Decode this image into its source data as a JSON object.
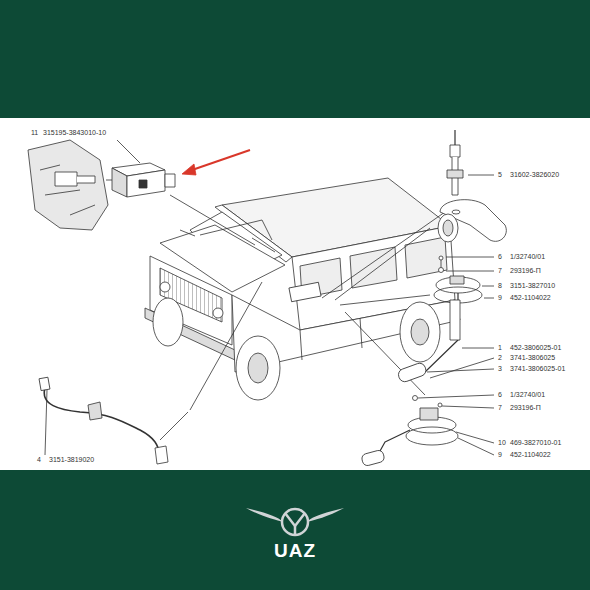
{
  "diagram": {
    "labels": [
      "11",
      "315195-3843010-10",
      "5",
      "31602-3826020",
      "6",
      "1/32740/01",
      "7",
      "293196-П",
      "8",
      "3151-3827010",
      "9",
      "452-1104022",
      "1",
      "452-3806025-01",
      "2",
      "3741-3806025",
      "3",
      "3741-3806025-01",
      "6",
      "1/32740/01",
      "7",
      "293196-П",
      "10",
      "469-3827010-01",
      "9",
      "452-1104022",
      "4",
      "3151-3819020",
      "UAZ"
    ]
  }
}
